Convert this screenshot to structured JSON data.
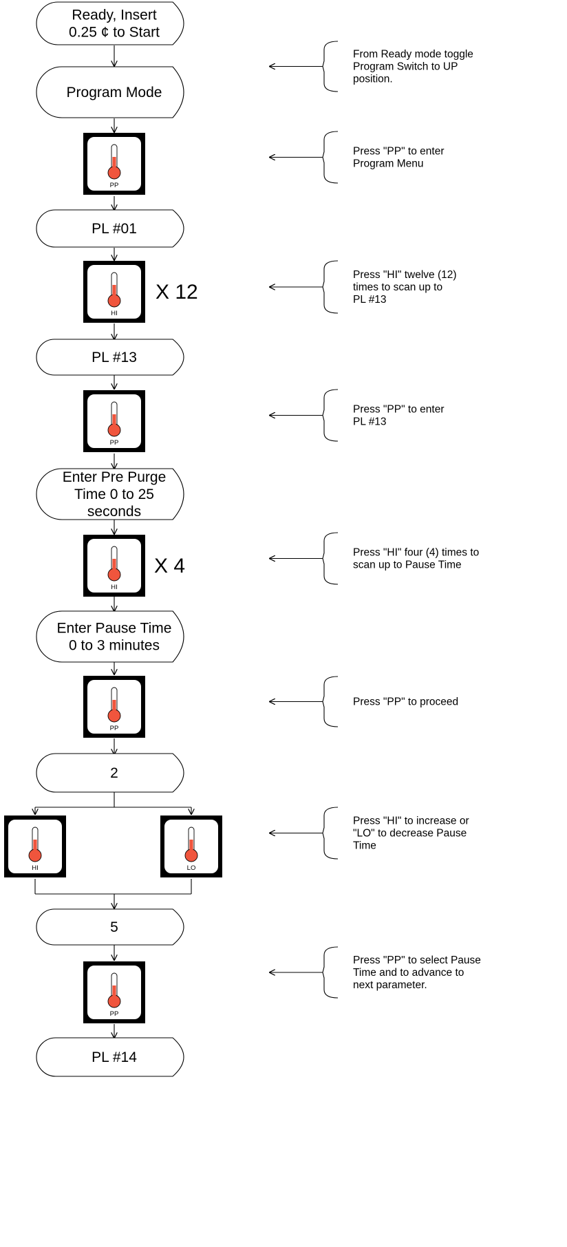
{
  "colors": {
    "thermometer_fill": "#f0553d",
    "line": "#000000",
    "background": "#ffffff"
  },
  "steps": {
    "ready": [
      "Ready, Insert",
      "0.25 ¢ to Start"
    ],
    "program_mode": [
      "Program Mode"
    ],
    "pl01": [
      "PL #01"
    ],
    "pl13": [
      "PL #13"
    ],
    "pre_purge": [
      "Enter Pre Purge",
      "Time 0 to 25",
      "seconds"
    ],
    "pause_time": [
      "Enter Pause Time",
      "0 to 3 minutes"
    ],
    "value_2": [
      "2"
    ],
    "value_5": [
      "5"
    ],
    "pl14": [
      "PL #14"
    ]
  },
  "buttons": {
    "pp": "PP",
    "hi": "HI",
    "lo": "LO",
    "icon": "thermometer-icon"
  },
  "multipliers": {
    "hi_scan_pl13": "X 12",
    "hi_scan_pause": "X 4"
  },
  "notes": {
    "program_switch": [
      "From Ready mode toggle",
      "Program Switch to UP",
      "position."
    ],
    "enter_menu": [
      "Press \"PP\" to enter",
      "Program Menu"
    ],
    "scan_twelve": [
      "Press \"HI\" twelve (12)",
      "times to scan up to",
      "PL #13"
    ],
    "enter_pl13": [
      "Press \"PP\" to enter",
      "PL #13"
    ],
    "scan_four": [
      "Press \"HI\" four (4) times to",
      "scan up to Pause Time"
    ],
    "proceed": [
      "Press \"PP\" to proceed"
    ],
    "adjust": [
      "Press \"HI\" to increase or",
      "\"LO\" to decrease Pause",
      "Time"
    ],
    "select": [
      "Press \"PP\" to select Pause",
      "Time and to advance to",
      "next parameter."
    ]
  }
}
